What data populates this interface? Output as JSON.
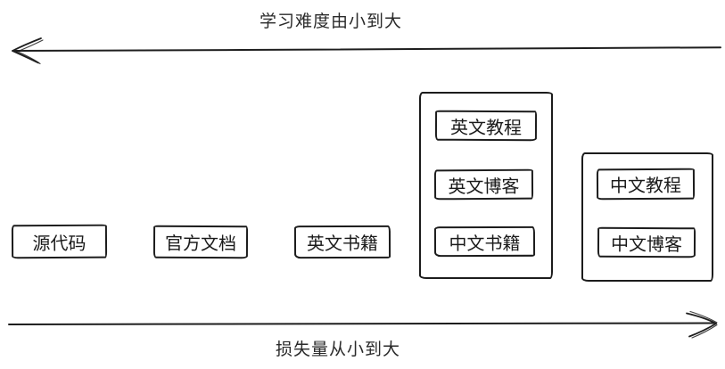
{
  "axes": {
    "top_label": "学习难度由小到大",
    "bottom_label": "损失量从小到大"
  },
  "nodes": {
    "source_code": "源代码",
    "official_docs": "官方文档",
    "english_books": "英文书籍",
    "group_english": {
      "english_tutorials": "英文教程",
      "english_blogs": "英文博客",
      "chinese_books": "中文书籍"
    },
    "group_chinese": {
      "chinese_tutorials": "中文教程",
      "chinese_blogs": "中文博客"
    }
  },
  "colors": {
    "stroke": "#1c1c1c",
    "background": "#ffffff"
  }
}
